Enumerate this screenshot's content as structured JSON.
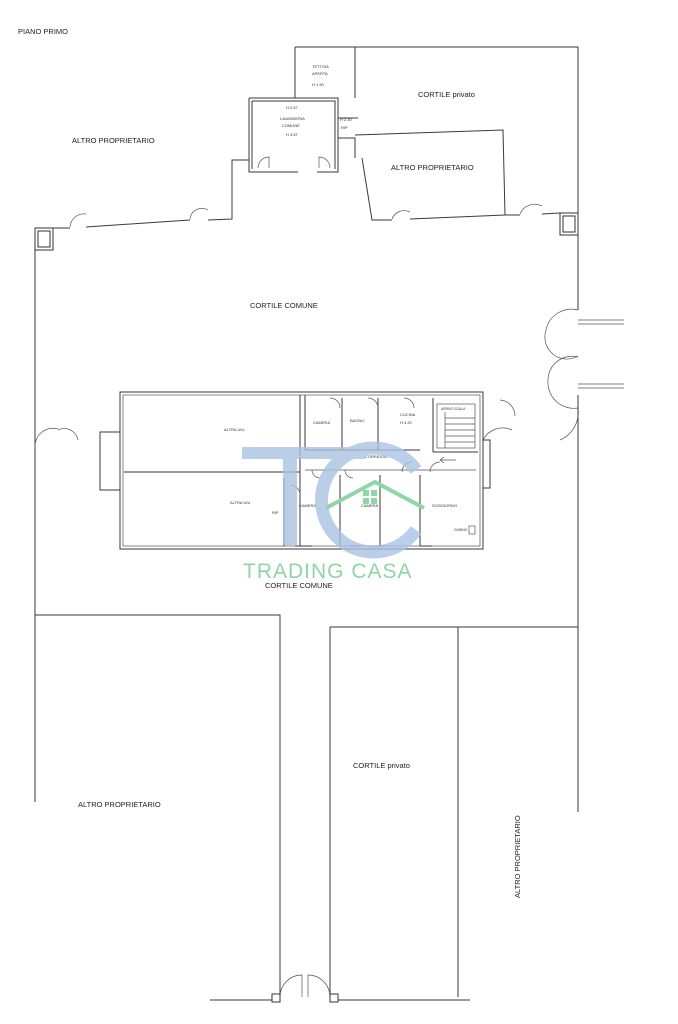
{
  "header": {
    "title": "PIANO PRIMO"
  },
  "areas": {
    "cortile_privato_top": "CORTILE privato",
    "altro_proprietario_left": "ALTRO PROPRIETARIO",
    "altro_proprietario_mid": "ALTRO PROPRIETARIO",
    "cortile_comune_top": "CORTILE COMUNE",
    "cortile_comune_bottom": "CORTILE COMUNE",
    "altro_proprietario_bottom_left": "ALTRO PROPRIETARIO",
    "cortile_privato_bottom": "CORTILE privato",
    "altro_proprietario_bottom_right": "ALTRO PROPRIETARIO"
  },
  "annex": {
    "tettoia_line1": "TETTOIA",
    "tettoia_line2": "APERTA",
    "tettoia_height": "H 1.90",
    "height_a": "H 2.67",
    "lavanderia_line1": "LAVANDERIA",
    "lavanderia_line2": "COMUNE",
    "lavanderia_height": "H 3.67",
    "height_b": "H 2.40",
    "rip": "RIP"
  },
  "apartment": {
    "altra_uiu_1": "ALTRA UIU",
    "altra_uiu_2": "ALTRA UIU",
    "camera_1": "CAMERA",
    "bagno": "BAGNO",
    "cucina": "CUCINA",
    "cucina_height": "H 3.20",
    "corridoio": "CORRIDOIO",
    "rip": "RIP",
    "camera_2": "CAMERA",
    "camera_3": "CAMERA",
    "soggiorno": "SOGGIORNO",
    "camino": "CAMINO",
    "stair_note": "ARRIVO SCALA"
  },
  "watermark": {
    "monogram": "TC",
    "brand": "TRADING CASA",
    "colors": {
      "blue": "#a9c3e3",
      "green": "#8fd6a6"
    }
  }
}
